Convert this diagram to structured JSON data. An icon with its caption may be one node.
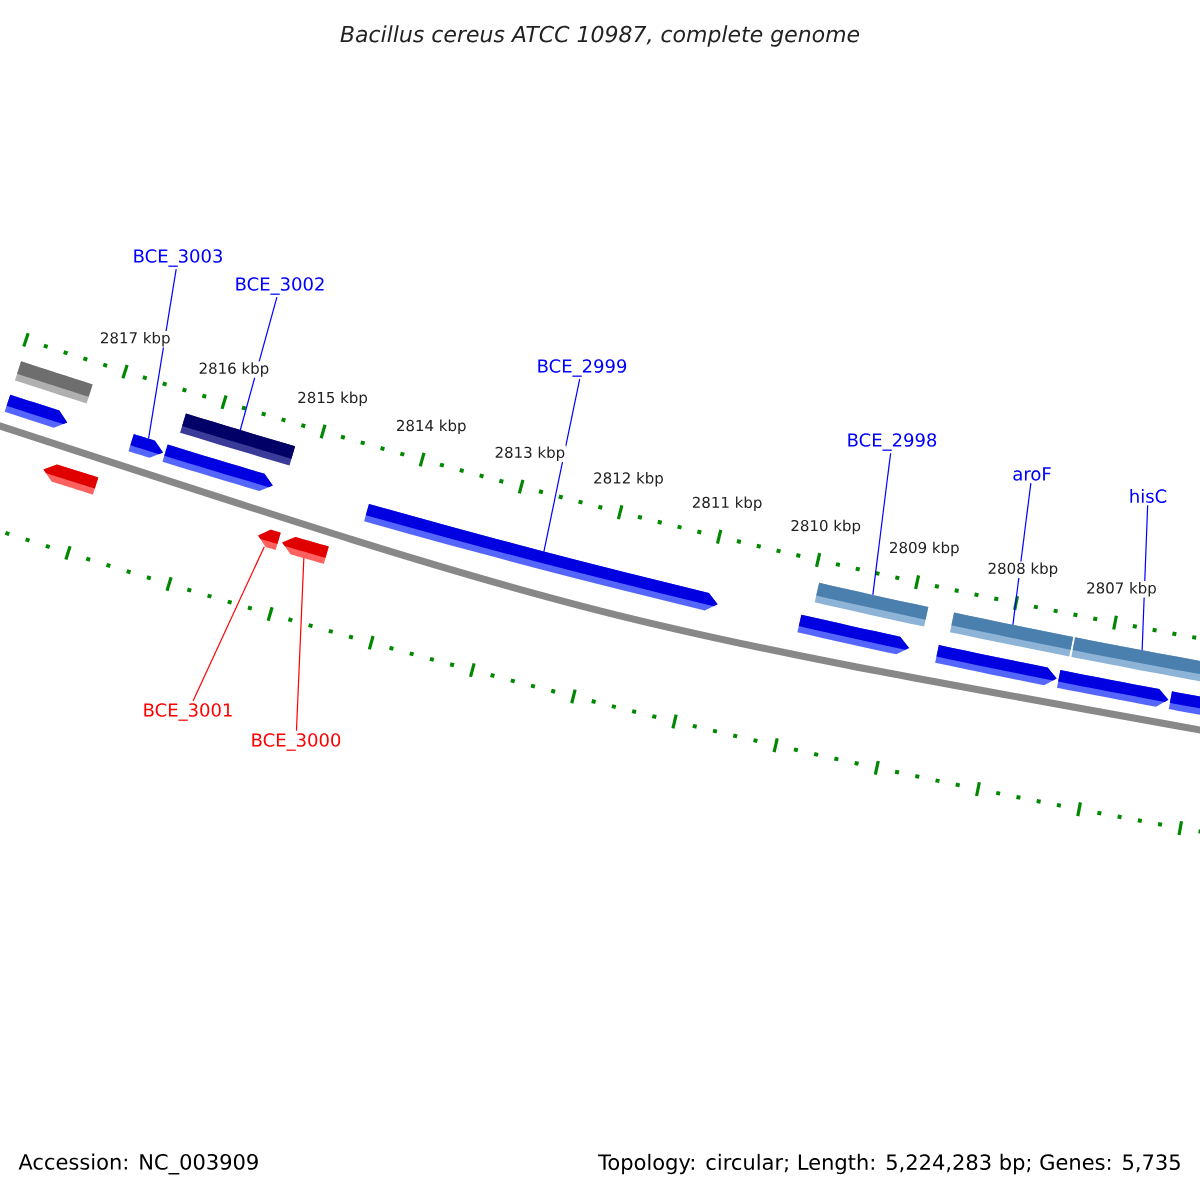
{
  "diagram": {
    "title": "Bacillus cereus ATCC 10987, complete genome",
    "nodes": [
      {
        "text": [
          "BCE_3003"
        ]
      },
      {
        "text": [
          "BCE_3002"
        ]
      },
      {
        "text": [
          "BCE_2999"
        ]
      },
      {
        "text": [
          "BCE_2998"
        ]
      },
      {
        "text": [
          "aroF"
        ]
      },
      {
        "text": [
          "hisC"
        ]
      },
      {
        "text": [
          "BCE_3001"
        ]
      },
      {
        "text": [
          "BCE_3000"
        ]
      },
      {
        "text": [],
        "shape": "bar"
      },
      {
        "text": [],
        "shape": "pentagon"
      },
      {
        "text": [],
        "shape": "pentagon"
      },
      {
        "text": [],
        "shape": "pentagon"
      },
      {
        "text": [],
        "shape": "pentagon"
      },
      {
        "text": [],
        "shape": "bar"
      },
      {
        "text": [],
        "shape": "pentagon"
      },
      {
        "text": [],
        "shape": "pentagon"
      },
      {
        "text": [],
        "shape": "pentagon"
      },
      {
        "text": [],
        "shape": "pentagon"
      },
      {
        "text": [],
        "shape": "bar"
      },
      {
        "text": [],
        "shape": "pentagon"
      },
      {
        "text": [],
        "shape": "bar"
      },
      {
        "text": [],
        "shape": "pentagon"
      },
      {
        "text": [],
        "shape": "bar"
      },
      {
        "text": [],
        "shape": "bar"
      }
    ],
    "edges": [
      {
        "from": 0,
        "to": 11,
        "arrow": "none"
      },
      {
        "from": 1,
        "to": 13,
        "arrow": "none"
      },
      {
        "from": 2,
        "to": 16,
        "arrow": "none"
      },
      {
        "from": 3,
        "to": 18,
        "arrow": "none"
      },
      {
        "from": 4,
        "to": 20,
        "arrow": "none"
      },
      {
        "from": 5,
        "to": 22,
        "arrow": "none"
      },
      {
        "from": 6,
        "to": 14,
        "arrow": "none",
        "color": "#ff0000"
      },
      {
        "from": 7,
        "to": 15,
        "arrow": "none",
        "color": "#ff0000"
      }
    ],
    "labels": [
      "2817 kbp",
      "2816 kbp",
      "2815 kbp",
      "2814 kbp",
      "2813 kbp",
      "2812 kbp",
      "2811 kbp",
      "2810 kbp",
      "2809 kbp",
      "2808 kbp",
      "2807 kbp",
      "Accession: NC_003909",
      "Topology: circular; Length: 5,224,283 bp; Genes: 5,735"
    ]
  }
}
